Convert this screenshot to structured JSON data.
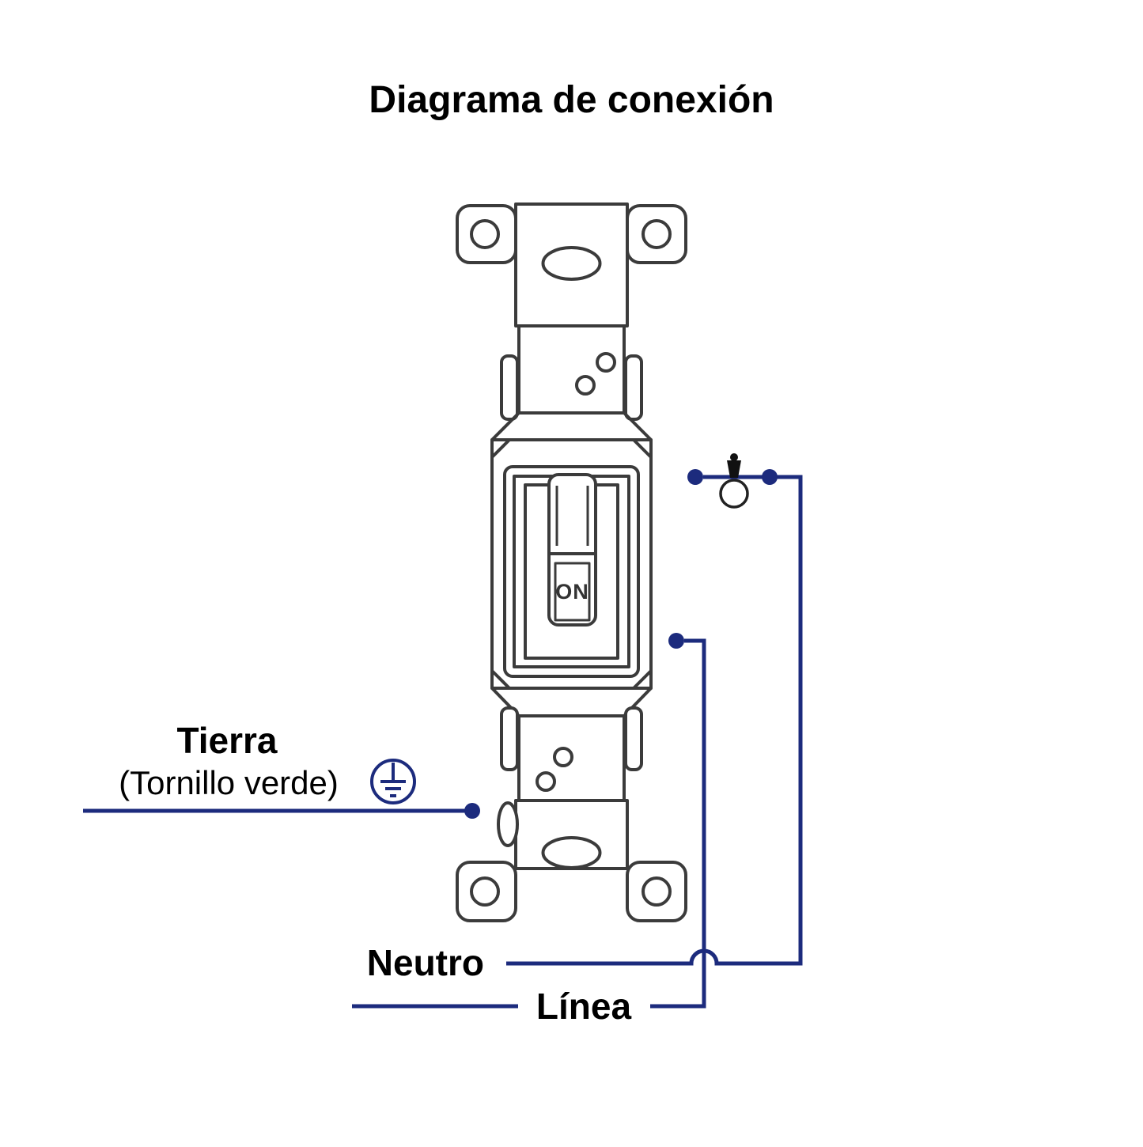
{
  "title": "Diagrama de conexión",
  "labels": {
    "ground": "Tierra",
    "ground_detail": "(Tornillo verde)",
    "neutral": "Neutro",
    "line": "Línea"
  },
  "switch": {
    "state": "ON"
  },
  "icons": {
    "bulb": "light-bulb-icon",
    "ground": "earth-ground-icon"
  },
  "colors": {
    "wire_blue": "#1c2b7d",
    "device_outline": "#3b3b3b"
  }
}
